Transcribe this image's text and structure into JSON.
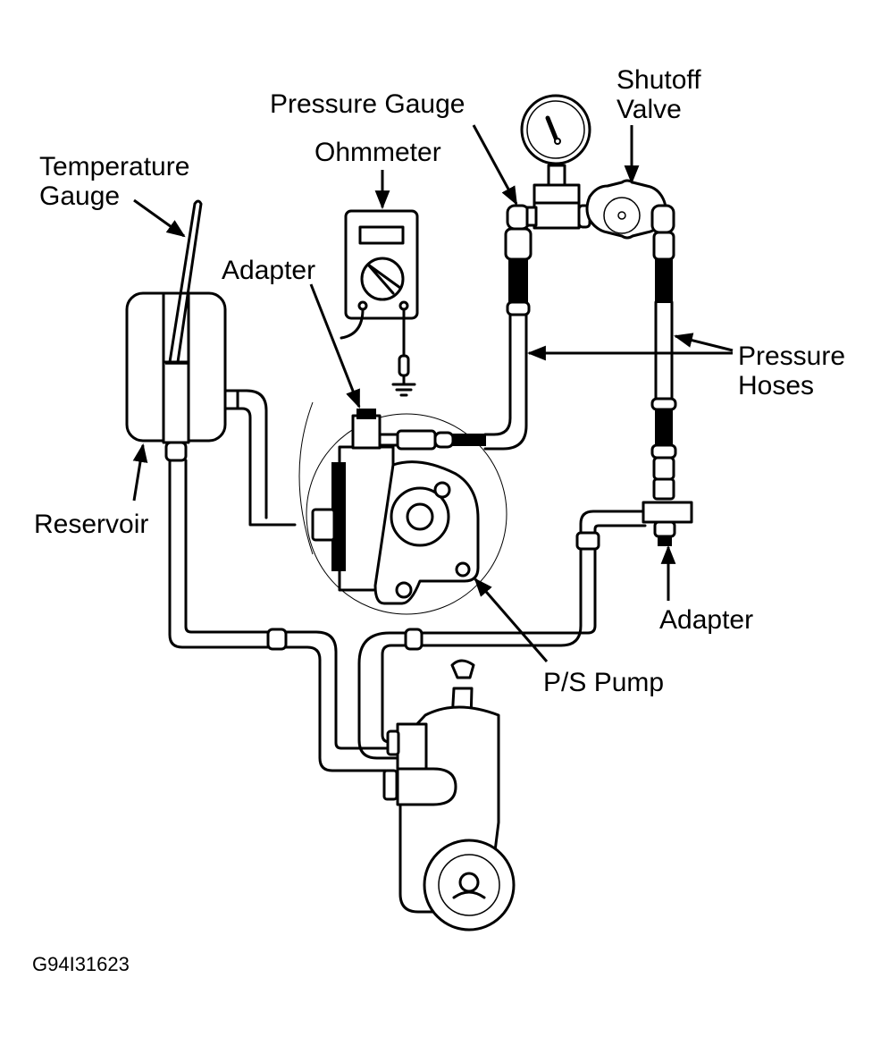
{
  "diagram": {
    "title": "Power steering pressure test hookup",
    "figure_code": "G94I31623",
    "colors": {
      "line": "#000000",
      "background": "#ffffff"
    },
    "labels": {
      "temperature_gauge": [
        "Temperature",
        "Gauge"
      ],
      "ohmmeter": "Ohmmeter",
      "pressure_gauge": "Pressure Gauge",
      "shutoff_valve": [
        "Shutoff",
        "Valve"
      ],
      "adapter_top": "Adapter",
      "pressure_hoses": [
        "Pressure",
        "Hoses"
      ],
      "reservoir": "Reservoir",
      "adapter_right": "Adapter",
      "ps_pump": "P/S Pump"
    }
  }
}
